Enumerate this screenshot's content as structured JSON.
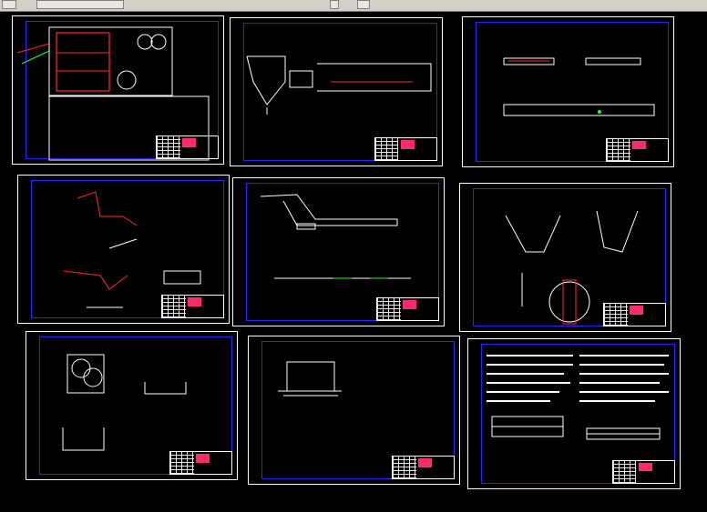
{
  "app": {
    "window_title": "",
    "toolbar_buttons": [
      "file-icon",
      "zoom-icon",
      "layer-icon",
      "properties-icon"
    ]
  },
  "colors": {
    "background": "#000000",
    "sheet_border": "#ffffff",
    "inner_frame": "#2626ff",
    "accent_red": "#ff2b2b",
    "accent_green": "#22ff22",
    "title_block_red": "#ff2b6b"
  },
  "sheets": [
    {
      "id": "sheet-1",
      "label": ""
    },
    {
      "id": "sheet-2",
      "label": ""
    },
    {
      "id": "sheet-3",
      "label": ""
    },
    {
      "id": "sheet-4",
      "label": ""
    },
    {
      "id": "sheet-5",
      "label": ""
    },
    {
      "id": "sheet-6",
      "label": ""
    },
    {
      "id": "sheet-7",
      "label": ""
    },
    {
      "id": "sheet-8",
      "label": ""
    },
    {
      "id": "sheet-9",
      "label": ""
    }
  ]
}
